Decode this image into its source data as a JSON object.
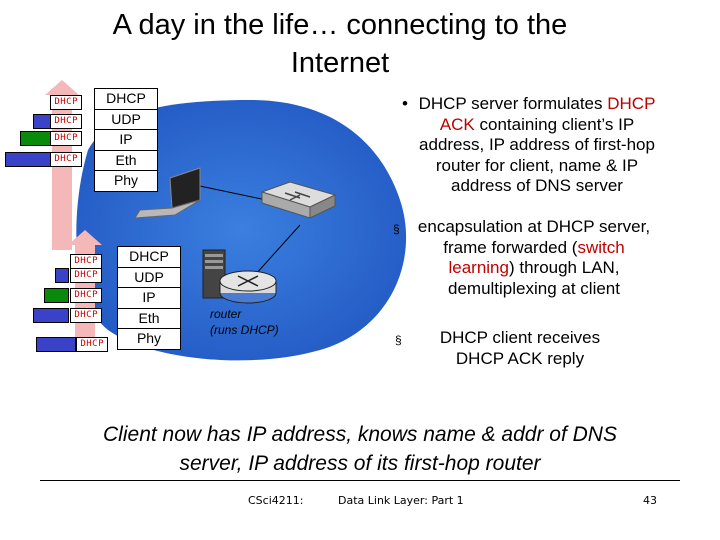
{
  "title": {
    "line1": "A day in the life… connecting to the",
    "line2": "Internet"
  },
  "client_stack": {
    "packets": [
      "DHCP",
      "DHCP",
      "DHCP",
      "DHCP"
    ],
    "layers": [
      "DHCP",
      "UDP",
      "IP",
      "Eth",
      "Phy"
    ]
  },
  "server_stack": {
    "packets": [
      "DHCP",
      "DHCP",
      "DHCP",
      "DHCP",
      "DHCP"
    ],
    "layers": [
      "DHCP",
      "UDP",
      "IP",
      "Eth",
      "Phy"
    ]
  },
  "router_label": {
    "line1": "router",
    "line2": "(runs DHCP)"
  },
  "bullets": {
    "b1": {
      "prefix": "DHCP server formulates",
      "highlight": "DHCP ACK",
      "after": "containing client’s IP address, IP address of first-hop router for client, name & IP address of DNS server"
    },
    "b2": {
      "before": "encapsulation at DHCP server, frame forwarded (",
      "highlight": "switch learning",
      "after": ") through LAN, demultiplexing at client"
    },
    "b3": {
      "text": "DHCP client receives DHCP ACK reply"
    }
  },
  "summary": {
    "line1": "Client now has IP address, knows name & addr of DNS",
    "line2": "server, IP address of its first-hop router"
  },
  "footer": {
    "course": "CSci4211:",
    "topic": "Data Link Layer: Part 1",
    "page": "43"
  },
  "colors": {
    "network": "#2f6fd6",
    "accent_red": "#c00000",
    "arrow": "#f4b8b8",
    "packet_header": "#3a43c8"
  }
}
